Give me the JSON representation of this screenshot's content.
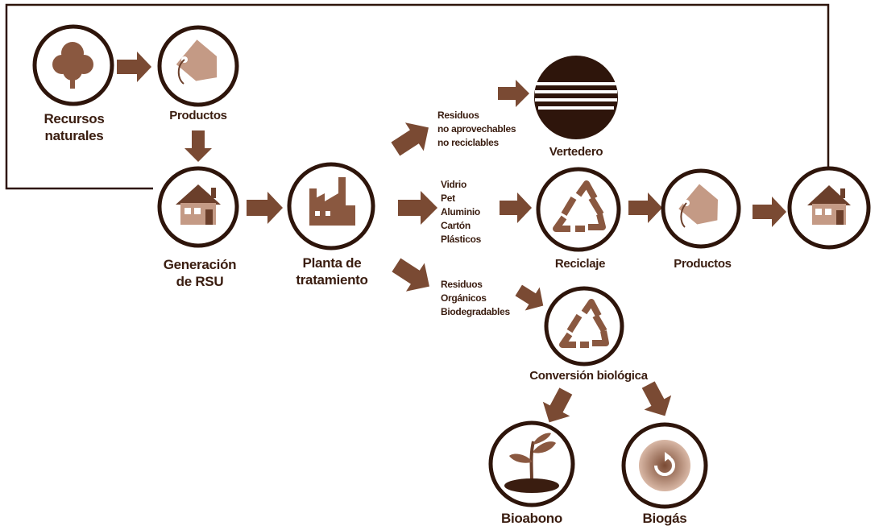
{
  "nodes": {
    "recursos": {
      "label": "Recursos naturales",
      "icon": "tree-icon"
    },
    "productos1": {
      "label": "Productos",
      "icon": "tag-icon"
    },
    "generacion": {
      "label": "Generación de RSU",
      "icon": "house-icon"
    },
    "planta": {
      "label": "Planta de tratamiento",
      "icon": "factory-icon"
    },
    "vertedero": {
      "label": "Vertedero",
      "icon": "landfill-icon"
    },
    "reciclaje": {
      "label": "Reciclaje",
      "icon": "recycle-icon"
    },
    "productos2": {
      "label": "Productos",
      "icon": "tag-icon"
    },
    "hogar": {
      "label": "",
      "icon": "house-icon"
    },
    "conversion": {
      "label": "Conversión biológica",
      "icon": "recycle-icon"
    },
    "bioabono": {
      "label": "Bioabono",
      "icon": "plant-icon"
    },
    "biogas": {
      "label": "Biogás",
      "icon": "gas-icon"
    }
  },
  "branch_labels": {
    "no_aprovechables": [
      "Residuos",
      "no aprovechables",
      "no reciclables"
    ],
    "reciclables": [
      "Vidrio",
      "Pet",
      "Aluminio",
      "Cartón",
      "Plásticos"
    ],
    "organicos": [
      "Residuos",
      "Orgánicos",
      "Biodegradables"
    ]
  },
  "colors": {
    "ink": "#2e150b",
    "arrow": "#7a4a33",
    "icon": "#8a5840",
    "icon_light": "#c49a85"
  }
}
